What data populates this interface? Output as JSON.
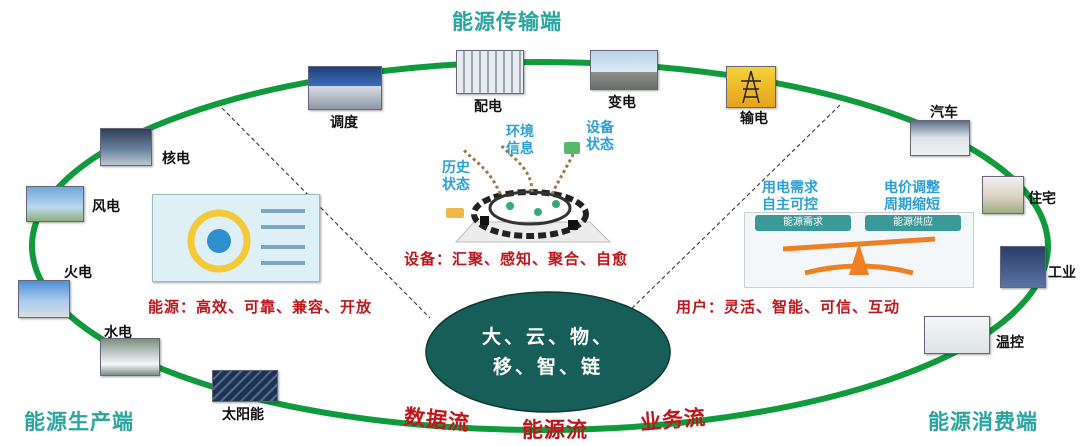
{
  "corners": {
    "transmission": "能源传输端",
    "production": "能源生产端",
    "consumption": "能源消费端"
  },
  "nodes": {
    "dispatch": "调度",
    "distribution": "配电",
    "substation": "变电",
    "transmission": "输电",
    "nuclear": "核电",
    "wind": "风电",
    "thermal": "火电",
    "hydro": "水电",
    "solar": "太阳能",
    "car": "汽车",
    "home": "住宅",
    "industry": "工业",
    "thermostat": "温控"
  },
  "captions": {
    "energy": "能源：高效、可靠、兼容、开放",
    "device": "设备：汇聚、感知、聚合、自愈",
    "user": "用户：灵活、智能、可信、互动"
  },
  "device_tags": {
    "history_1": "历史",
    "history_2": "状态",
    "env_1": "环境",
    "env_2": "信息",
    "status_1": "设备",
    "status_2": "状态"
  },
  "user_panel": {
    "demand_1": "用电需求",
    "demand_2": "自主可控",
    "price_1": "电价调整",
    "price_2": "周期缩短",
    "bar_left": "能源需求",
    "bar_right": "能源供应"
  },
  "hub": {
    "line1": "大、云、物、",
    "line2": "移、智、链"
  },
  "flows": {
    "data": "数据流",
    "energy": "能源流",
    "business": "业务流"
  },
  "colors": {
    "ring": "#0f9a3c",
    "hub": "#175e58",
    "teal_title": "#2aa5a0",
    "red": "#c0161b",
    "blue": "#2c9fd6"
  }
}
